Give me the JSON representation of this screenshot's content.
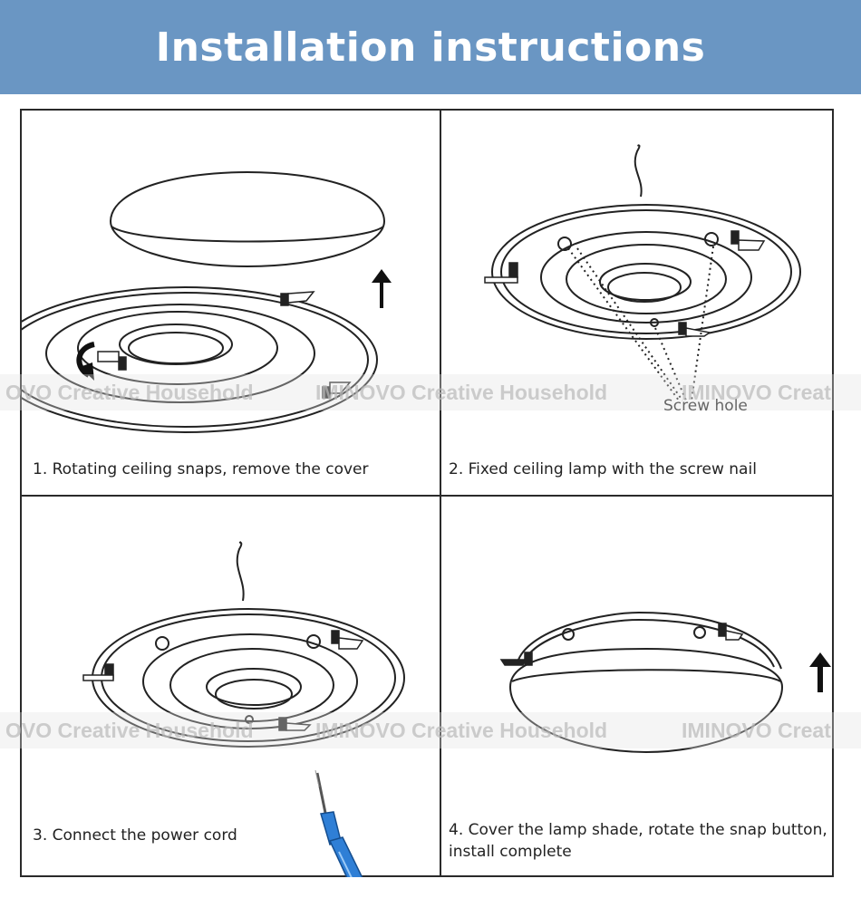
{
  "header": {
    "title": "Installation instructions"
  },
  "steps": [
    {
      "caption": "1. Rotating ceiling snaps, remove the cover"
    },
    {
      "caption": "2. Fixed ceiling lamp with the screw nail",
      "callout": "Screw hole"
    },
    {
      "caption": "3. Connect the power cord"
    },
    {
      "caption_line1": "4. Cover the lamp shade, rotate the snap button,",
      "caption_line2": "install complete"
    }
  ],
  "watermark": {
    "row1": [
      "OVO Creative Household",
      "IMINOVO Creative Household",
      "IMINOVO Creat"
    ],
    "row2": [
      "OVO Creative Household",
      "IMINOVO Creative Household",
      "IMINOVO Creat"
    ]
  },
  "colors": {
    "header_bg": "#6a96c3",
    "screwdriver": "#2f7fd6"
  }
}
